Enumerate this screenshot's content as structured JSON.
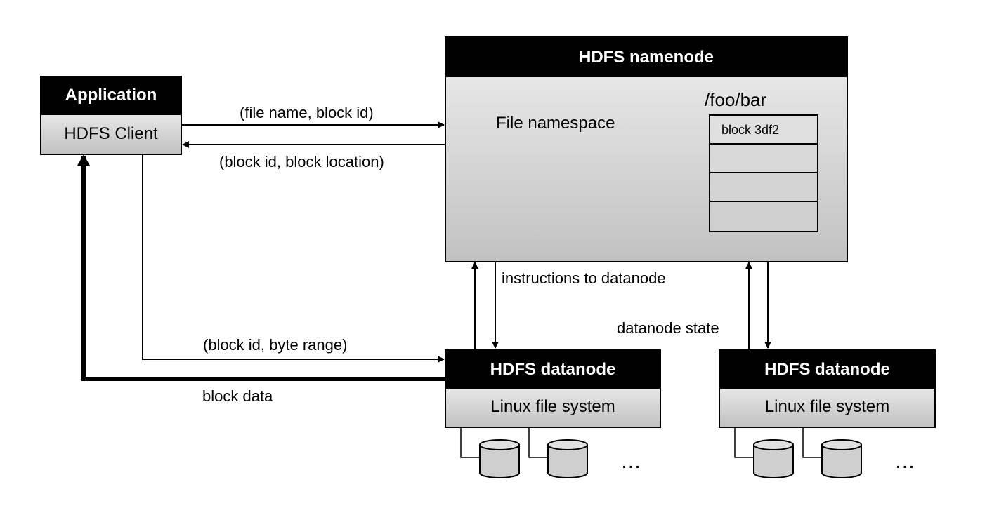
{
  "application": {
    "title": "Application",
    "client": "HDFS Client"
  },
  "namenode": {
    "title": "HDFS namenode",
    "namespace_label": "File namespace",
    "file_path": "/foo/bar",
    "blocks": [
      "block 3df2",
      "",
      "",
      ""
    ]
  },
  "datanodes": [
    {
      "title": "HDFS datanode",
      "fs": "Linux file system",
      "ellipsis": "…"
    },
    {
      "title": "HDFS datanode",
      "fs": "Linux file system",
      "ellipsis": "…"
    }
  ],
  "edges": {
    "request": "(file name, block id)",
    "response": "(block id, block location)",
    "read_request": "(block id, byte range)",
    "block_data": "block data",
    "instructions": "instructions to datanode",
    "state": "datanode state"
  }
}
